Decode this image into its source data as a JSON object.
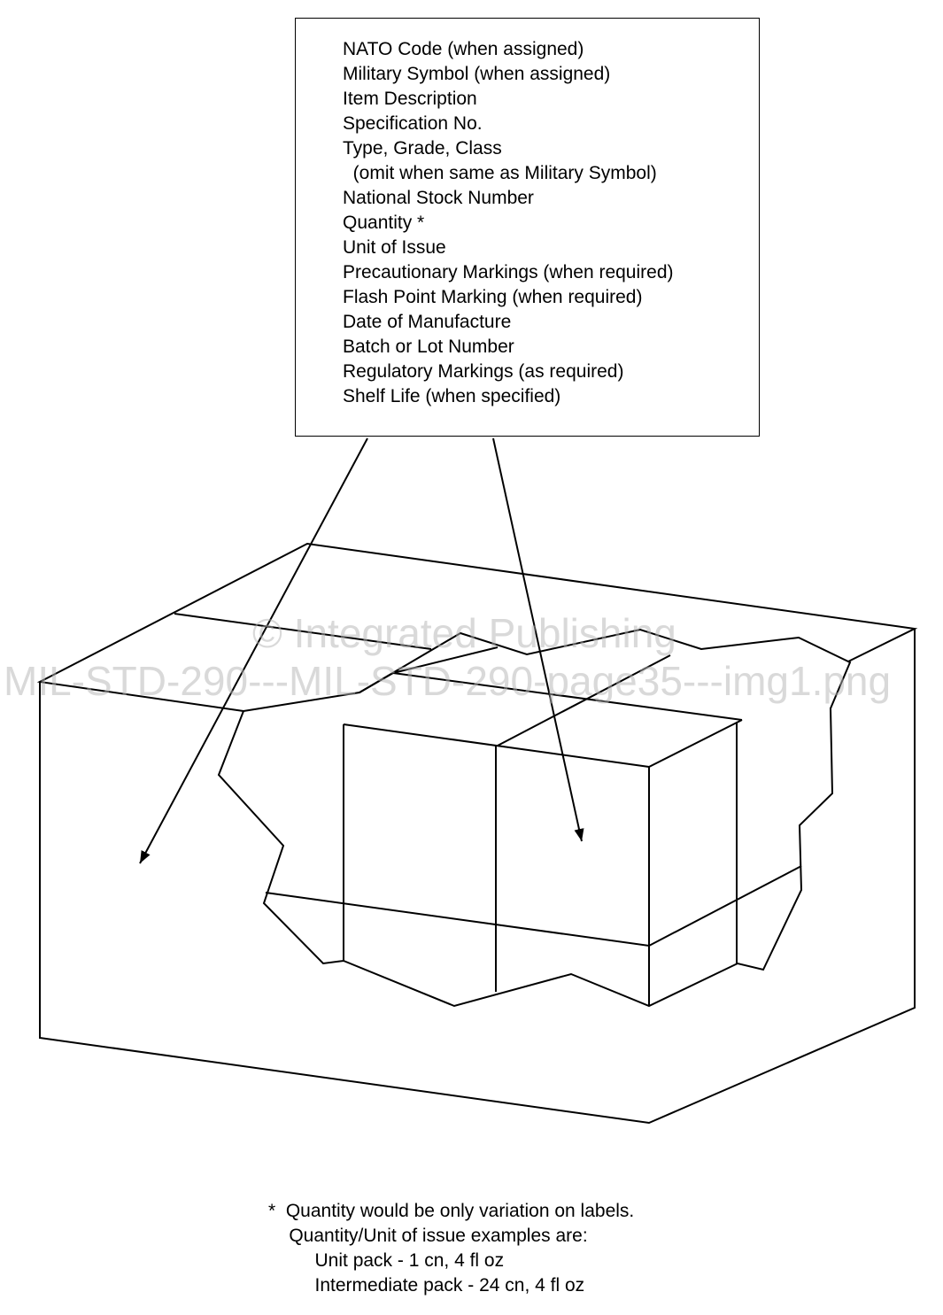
{
  "label_box": {
    "lines": [
      "NATO Code (when assigned)",
      "Military Symbol (when assigned)",
      "Item Description",
      "Specification No.",
      "Type, Grade, Class",
      "  (omit when same as Military Symbol)",
      "National Stock Number",
      "Quantity *",
      "Unit of Issue",
      "Precautionary Markings (when required)",
      "Flash Point Marking (when required)",
      "Date of Manufacture",
      "Batch or Lot Number",
      "Regulatory Markings (as required)",
      "Shelf Life (when specified)"
    ]
  },
  "footnote": {
    "lines": [
      "*  Quantity would be only variation on labels.",
      "    Quantity/Unit of issue examples are:",
      "         Unit pack - 1 cn, 4 fl oz",
      "         Intermediate pack - 24 cn, 4 fl oz"
    ]
  },
  "watermark": {
    "line1": "© Integrated Publishing",
    "line2": "MIL-STD-290---MIL-STD-290-page35---img1.png"
  }
}
